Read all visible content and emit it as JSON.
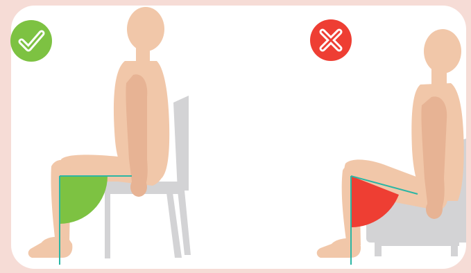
{
  "panels": [
    {
      "status": "correct",
      "badge_icon": "checkmark-icon",
      "badge_color": "#7dc242",
      "angle_fill_color": "#7dc242",
      "furniture": "chair"
    },
    {
      "status": "incorrect",
      "badge_icon": "cross-icon",
      "badge_color": "#ee3e33",
      "angle_fill_color": "#ee3e33",
      "furniture": "low-stool"
    }
  ],
  "colors": {
    "background": "#f6dcd6",
    "card": "#ffffff",
    "skin": "#f1c7a9",
    "skin_shade": "#e7b394",
    "furniture": "#d3d3d5",
    "angle_line": "#2bb6a4"
  }
}
